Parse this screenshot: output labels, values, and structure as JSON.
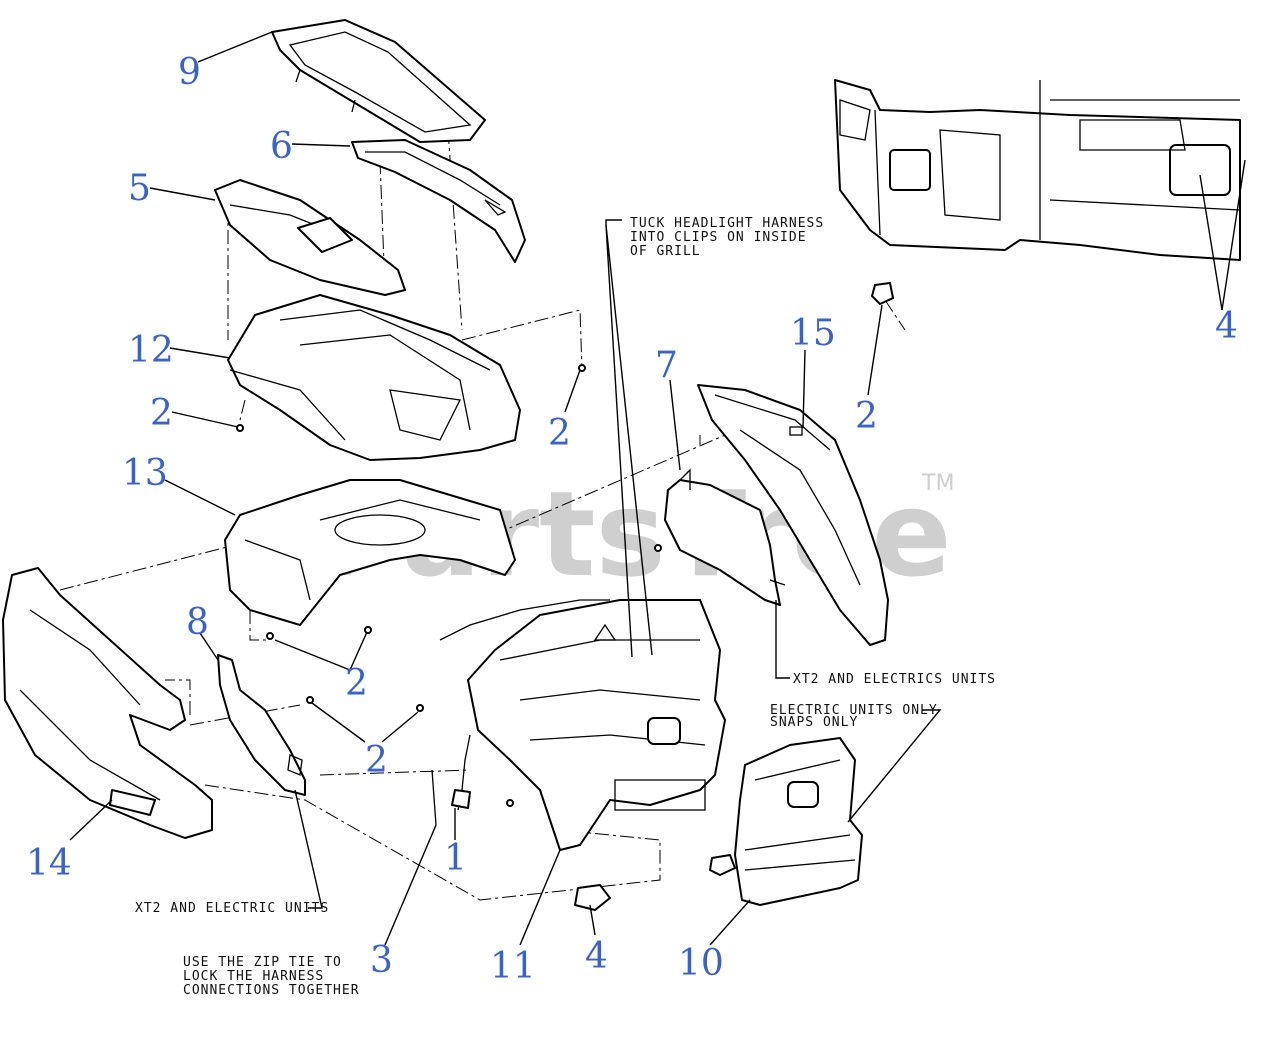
{
  "watermark": {
    "text": "PartsTree",
    "tm": "TM"
  },
  "callouts": [
    "9",
    "6",
    "5",
    "12",
    "2",
    "2",
    "13",
    "7",
    "15",
    "2",
    "4",
    "8",
    "2",
    "2",
    "14",
    "1",
    "3",
    "11",
    "4",
    "10"
  ],
  "notes": {
    "tuck_headlight": [
      "TUCK HEADLIGHT HARNESS",
      "INTO CLIPS ON INSIDE",
      "OF GRILL"
    ],
    "xt2_electrics": "XT2 AND ELECTRICS UNITS",
    "electric_only": [
      "ELECTRIC UNITS ONLY",
      "SNAPS ONLY"
    ],
    "xt2_electric": "XT2 AND ELECTRIC UNITS",
    "zip_tie": [
      "USE THE ZIP TIE TO",
      "LOCK THE HARNESS",
      "CONNECTIONS TOGETHER"
    ]
  },
  "colors": {
    "callout": "#3a63c9",
    "line": "#000000",
    "watermark": "#cfcfcf"
  }
}
